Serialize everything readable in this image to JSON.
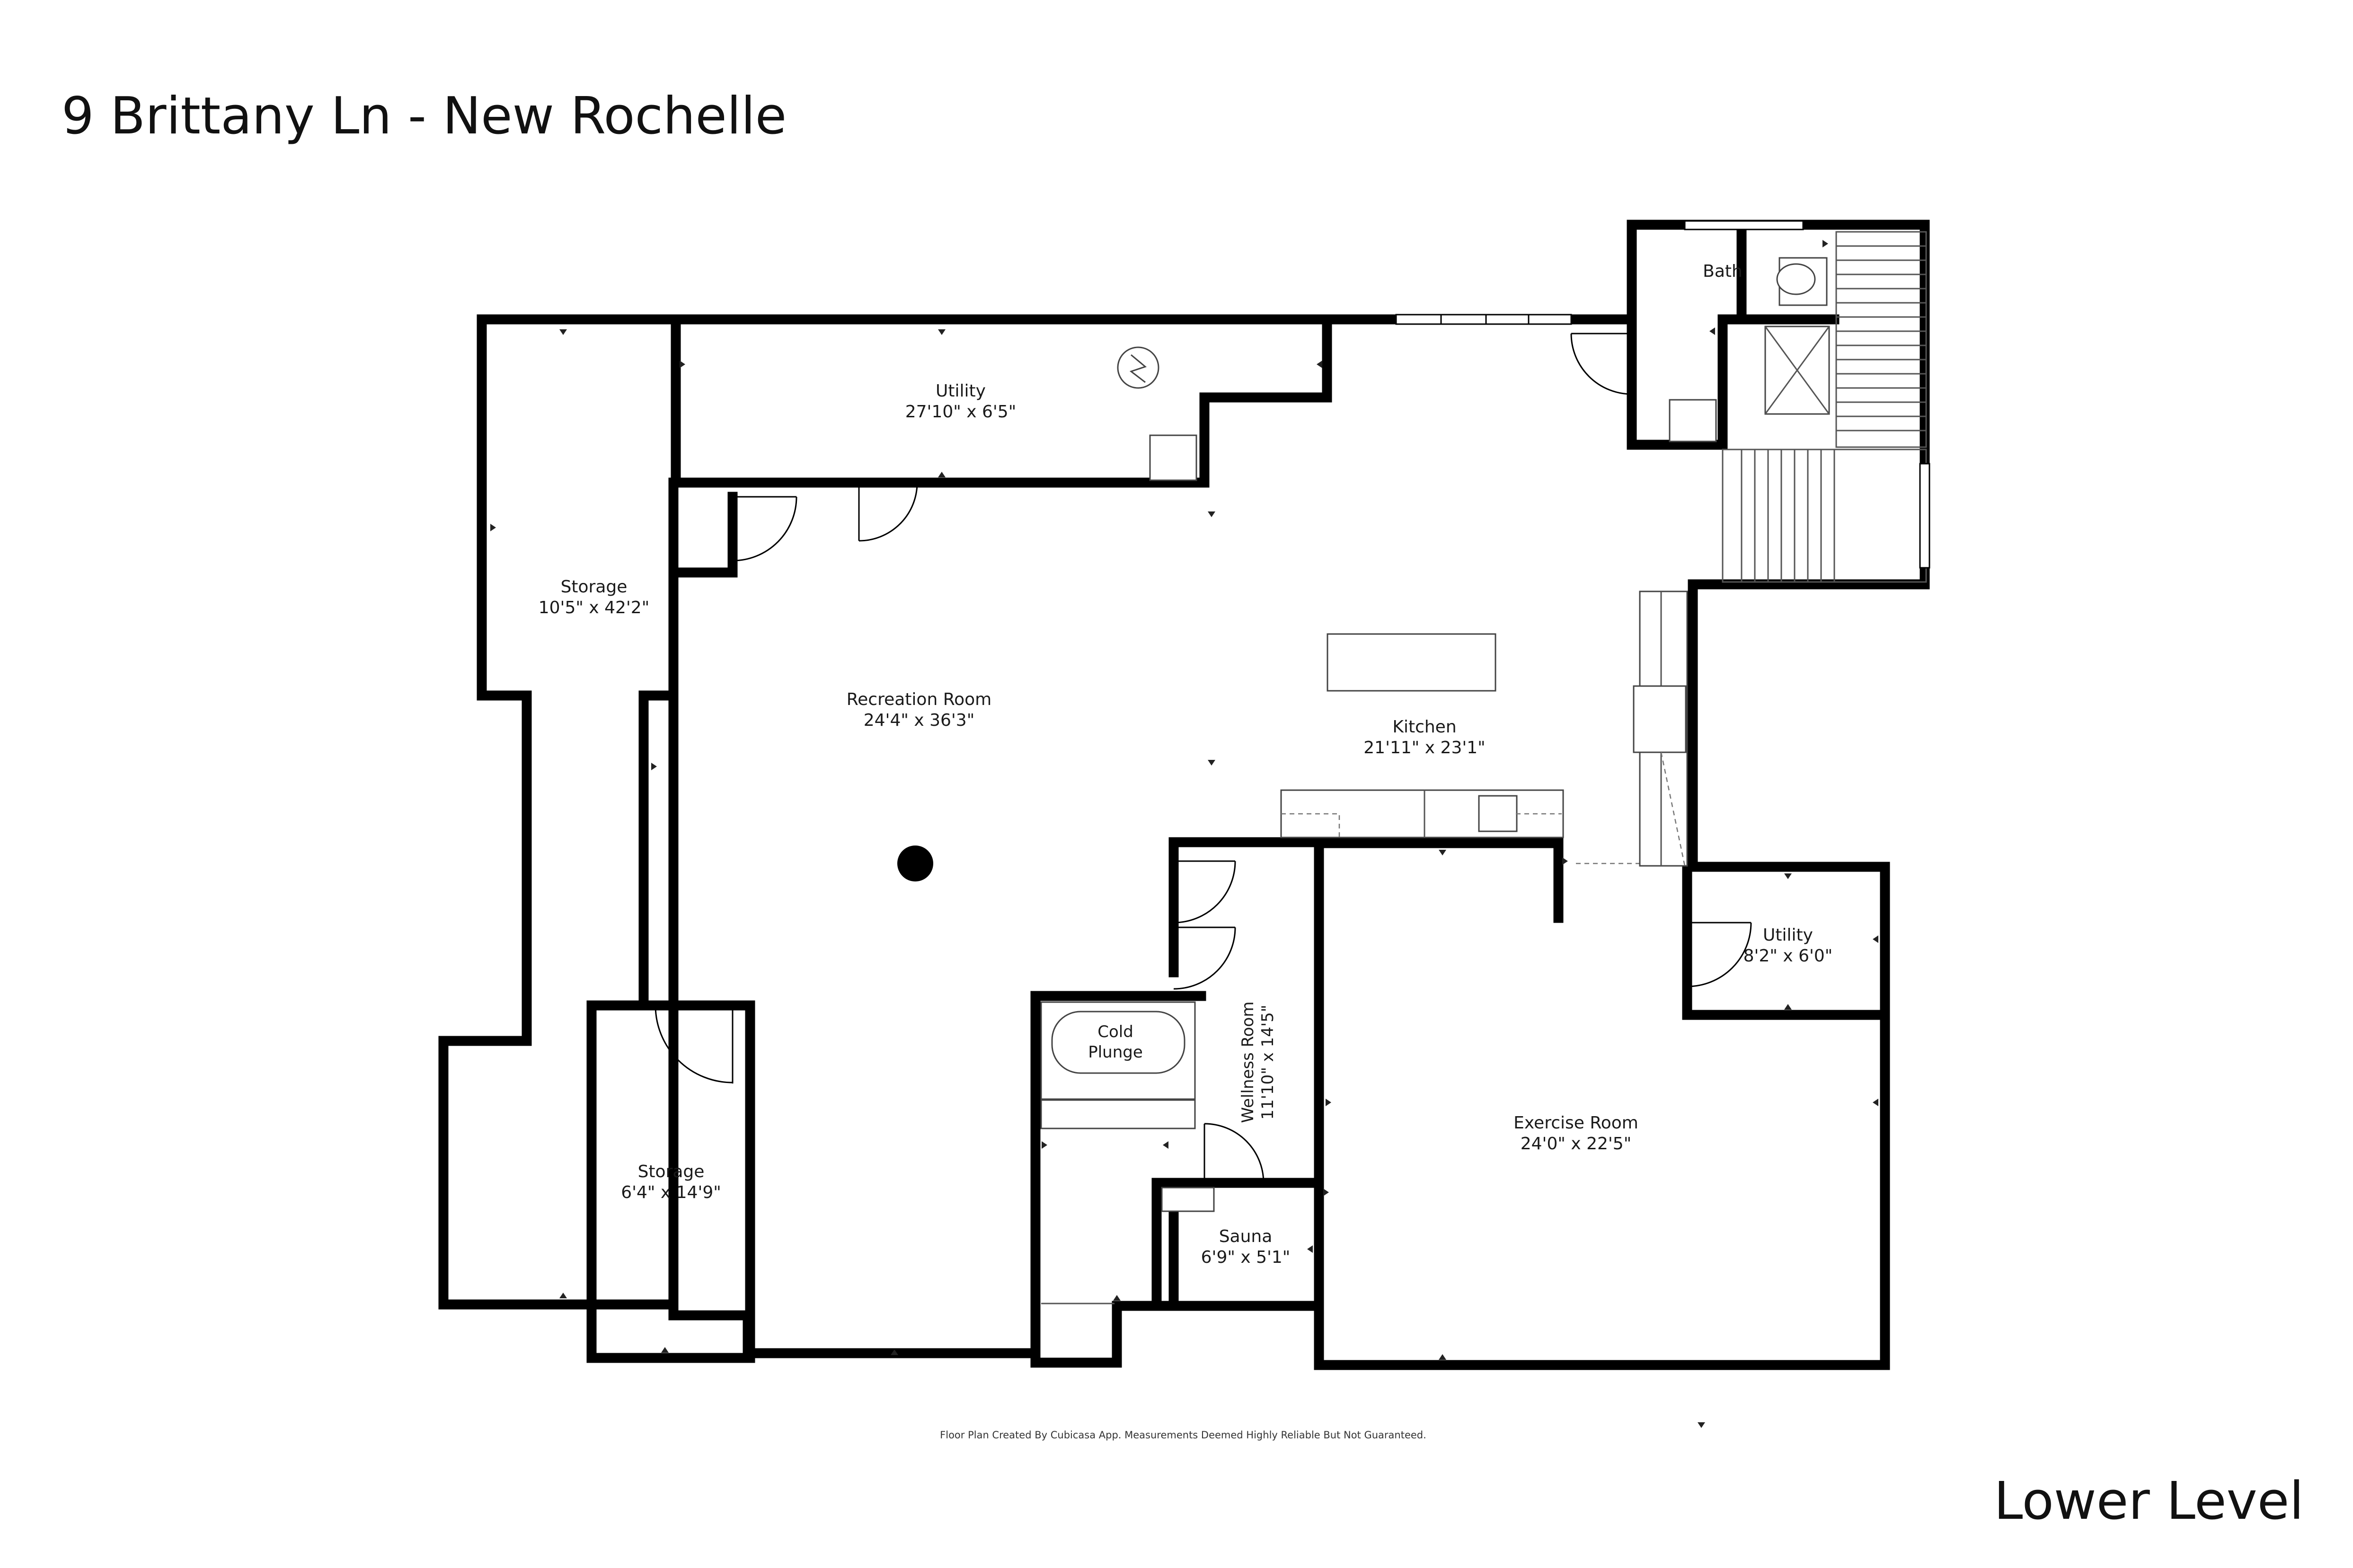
{
  "title": "9 Brittany Ln - New Rochelle",
  "level": "Lower Level",
  "footer_note": "Floor Plan Created By Cubicasa App. Measurements Deemed Highly Reliable But Not Guaranteed.",
  "rooms": {
    "utility_top": {
      "name": "Utility",
      "dims": "27'10\" x 6'5\""
    },
    "storage_left": {
      "name": "Storage",
      "dims": "10'5\" x 42'2\""
    },
    "recreation": {
      "name": "Recreation Room",
      "dims": "24'4\" x 36'3\""
    },
    "kitchen": {
      "name": "Kitchen",
      "dims": "21'11\" x 23'1\""
    },
    "bath": {
      "name": "Bath"
    },
    "utility_right": {
      "name": "Utility",
      "dims": "8'2\" x 6'0\""
    },
    "wellness": {
      "name": "Wellness Room",
      "dims": "11'10\" x 14'5\""
    },
    "cold_plunge": {
      "line1": "Cold",
      "line2": "Plunge"
    },
    "sauna": {
      "name": "Sauna",
      "dims": "6'9\" x 5'1\""
    },
    "exercise": {
      "name": "Exercise Room",
      "dims": "24'0\" x 22'5\""
    },
    "storage_small": {
      "name": "Storage",
      "dims": "6'4\" x 14'9\""
    }
  }
}
